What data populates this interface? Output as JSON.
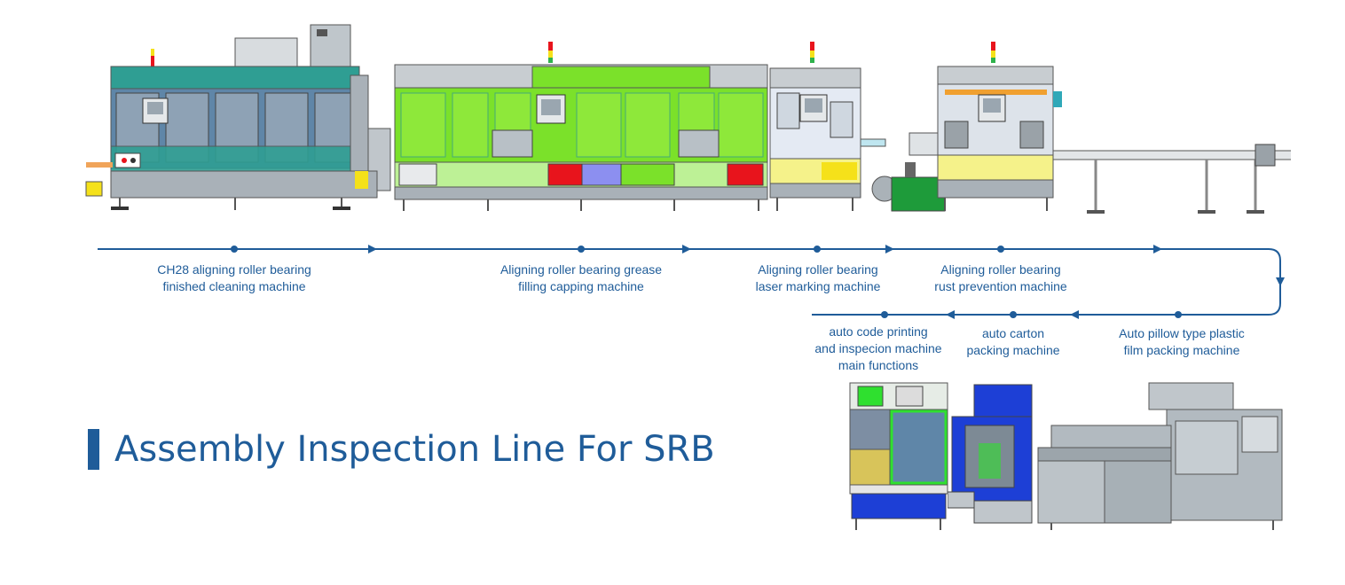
{
  "title": "Assembly Inspection Line For SRB",
  "colors": {
    "accent": "#1f5c99",
    "guard_green": "#7be12a",
    "guard_teal": "#2f9e93",
    "frame_grey": "#8c959c",
    "alert_red": "#e8141c",
    "yellow": "#f5e11a",
    "blue_panel": "#1d3fd6"
  },
  "steps": [
    {
      "text": "CH28 aligning roller bearing\nfinished cleaning machine"
    },
    {
      "text": "Aligning roller bearing grease\nfilling capping machine"
    },
    {
      "text": "Aligning roller bearing\nlaser marking machine"
    },
    {
      "text": "Aligning roller bearing\nrust prevention machine"
    },
    {
      "text": "Auto pillow type plastic\nfilm packing machine"
    },
    {
      "text": "auto carton\npacking machine"
    },
    {
      "text": "auto code printing\nand inspecion machine\nmain functions"
    }
  ],
  "machines": [
    {
      "name": "cleaning-machine"
    },
    {
      "name": "grease-filling-capping-machine"
    },
    {
      "name": "laser-marking-machine"
    },
    {
      "name": "rust-prevention-machine"
    },
    {
      "name": "code-printing-inspection-machine"
    },
    {
      "name": "carton-packing-machine"
    },
    {
      "name": "pillow-film-packing-machine"
    }
  ]
}
